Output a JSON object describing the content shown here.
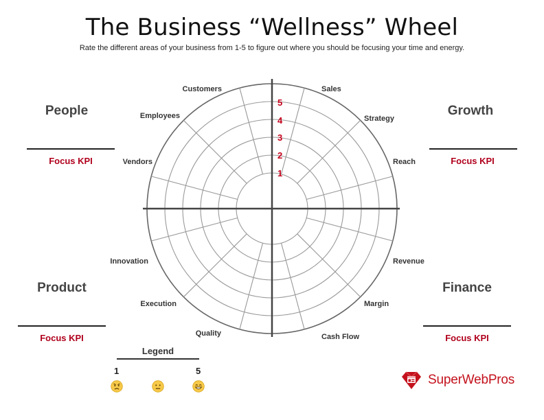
{
  "header": {
    "title": "The Business “Wellness” Wheel",
    "subtitle": "Rate the different areas of your business from 1-5 to figure out where you should be focusing your time and energy."
  },
  "quadrants": {
    "people": {
      "title": "People",
      "kpi": "Focus KPI"
    },
    "growth": {
      "title": "Growth",
      "kpi": "Focus KPI"
    },
    "product": {
      "title": "Product",
      "kpi": "Focus KPI"
    },
    "finance": {
      "title": "Finance",
      "kpi": "Focus KPI"
    }
  },
  "wheel": {
    "ring_numbers": [
      "1",
      "2",
      "3",
      "4",
      "5"
    ],
    "spokes": {
      "customers": "Customers",
      "sales": "Sales",
      "employees": "Employees",
      "strategy": "Strategy",
      "vendors": "Vendors",
      "reach": "Reach",
      "innovation": "Innovation",
      "revenue": "Revenue",
      "execution": "Execution",
      "margin": "Margin",
      "quality": "Quality",
      "cash_flow": "Cash Flow"
    }
  },
  "legend": {
    "title": "Legend",
    "low": "1",
    "high": "5",
    "icons": [
      "angry-face-icon",
      "neutral-face-icon",
      "grinning-face-icon"
    ]
  },
  "brand": {
    "name": "SuperWebPros",
    "color": "#c4121d"
  },
  "colors": {
    "accent": "#b0001c",
    "ring_number": "#c4001a",
    "axis": "#444444",
    "grid": "#999999"
  }
}
